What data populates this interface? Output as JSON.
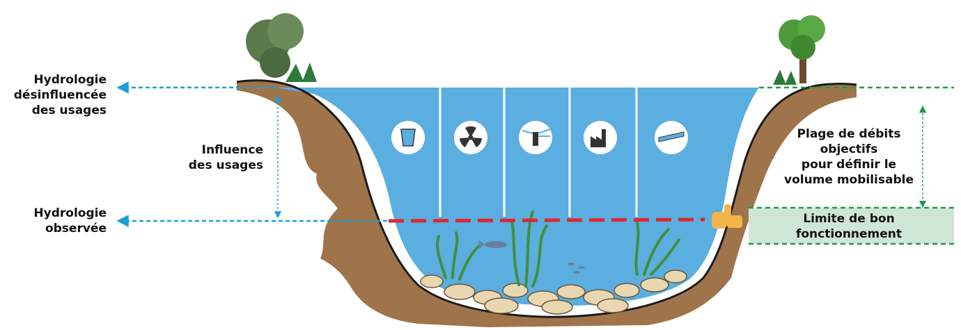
{
  "labels": {
    "hydro_desinfluencee": [
      "Hydrologie",
      "désinfluencée",
      "des usages"
    ],
    "influence": [
      "Influence",
      "des usages"
    ],
    "hydro_observee": [
      "Hydrologie",
      "observée"
    ],
    "plage": [
      "Plage de débits",
      "objectifs",
      "pour définir le",
      "volume mobilisable"
    ],
    "limite": [
      "Limite de bon",
      "fonctionnement"
    ]
  },
  "usages_icons": [
    "drinking-water-icon",
    "nuclear-icon",
    "irrigation-sprinkler-icon",
    "factory-icon",
    "canal-icon"
  ],
  "colors": {
    "water": "#5aaee0",
    "soil": "#a0744a",
    "blue_dashed": "#1a9fd8",
    "green_dashed": "#1f9a4a",
    "red_limit": "#e0262e",
    "limit_band": "#cfe6d6"
  }
}
